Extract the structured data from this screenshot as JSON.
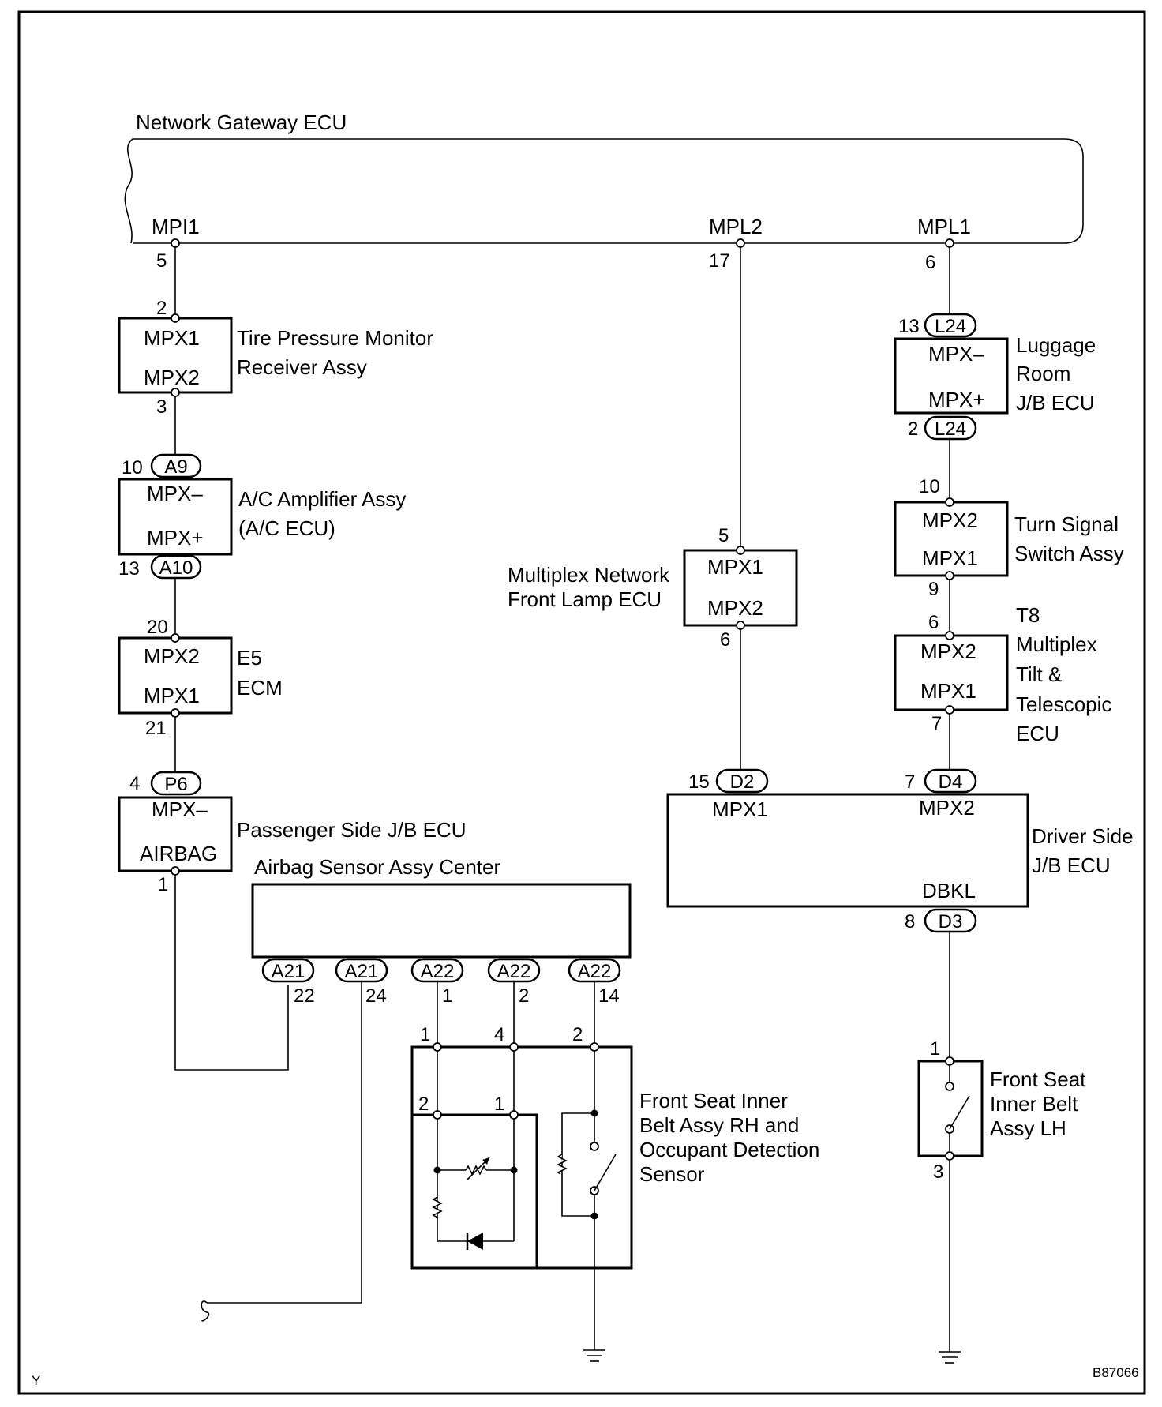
{
  "gateway": {
    "name": "Network Gateway ECU",
    "ports": [
      {
        "label": "MPI1",
        "pin": "5"
      },
      {
        "label": "MPL2",
        "pin": "17"
      },
      {
        "label": "MPL1",
        "pin": "6"
      }
    ]
  },
  "tire_pressure": {
    "name1": "Tire Pressure Monitor",
    "name2": "Receiver Assy",
    "t1": "MPX1",
    "t2": "MPX2",
    "pin_in": "2",
    "pin_out": "3"
  },
  "ac_amp": {
    "name1": "A/C Amplifier Assy",
    "name2": "(A/C ECU)",
    "t1": "MPX–",
    "t2": "MPX+",
    "pin_in": "10",
    "conn_in": "A9",
    "pin_out": "13",
    "conn_out": "A10"
  },
  "ecm": {
    "name1": "E5",
    "name2": "ECM",
    "t1": "MPX2",
    "t2": "MPX1",
    "pin_in": "20",
    "pin_out": "21"
  },
  "pass_jb": {
    "name": "Passenger Side J/B ECU",
    "t1": "MPX–",
    "t2": "AIRBAG",
    "pin_in": "4",
    "conn_in": "P6",
    "pin_out": "1"
  },
  "airbag": {
    "name": "Airbag Sensor Assy Center",
    "pins": [
      {
        "conn": "A21",
        "pin": "22"
      },
      {
        "conn": "A21",
        "pin": "24"
      },
      {
        "conn": "A22",
        "pin": "1"
      },
      {
        "conn": "A22",
        "pin": "2"
      },
      {
        "conn": "A22",
        "pin": "14"
      }
    ]
  },
  "front_lamp": {
    "name1": "Multiplex Network",
    "name2": "Front Lamp ECU",
    "t1": "MPX1",
    "t2": "MPX2",
    "pin_in": "5",
    "pin_out": "6"
  },
  "luggage": {
    "name1": "Luggage",
    "name2": "Room",
    "name3": "J/B ECU",
    "t1": "MPX–",
    "t2": "MPX+",
    "pin_in": "13",
    "conn_in": "L24",
    "pin_out": "2",
    "conn_out": "L24"
  },
  "turn_signal": {
    "name1": "Turn Signal",
    "name2": "Switch Assy",
    "t1": "MPX2",
    "t2": "MPX1",
    "pin_in": "10",
    "pin_out": "9"
  },
  "tilt": {
    "name1": "T8",
    "name2": "Multiplex",
    "name3": "Tilt &",
    "name4": "Telescopic",
    "name5": "ECU",
    "t1": "MPX2",
    "t2": "MPX1",
    "pin_in": "6",
    "pin_out": "7"
  },
  "driver_jb": {
    "name1": "Driver Side",
    "name2": "J/B ECU",
    "t1": "MPX1",
    "t2": "MPX2",
    "t3": "DBKL",
    "pin1": "15",
    "conn1": "D2",
    "pin2": "7",
    "conn2": "D4",
    "pin3": "8",
    "conn3": "D3"
  },
  "belt_rh": {
    "name1": "Front Seat Inner",
    "name2": "Belt Assy RH and",
    "name3": "Occupant Detection",
    "name4": "Sensor",
    "pin_a": "1",
    "pin_b": "4",
    "pin_c": "2",
    "pin_d": "2",
    "pin_e": "1"
  },
  "belt_lh": {
    "name1": "Front Seat",
    "name2": "Inner Belt",
    "name3": "Assy LH",
    "pin_in": "1",
    "pin_out": "3"
  },
  "corner_left": "Y",
  "corner_right": "B87066"
}
